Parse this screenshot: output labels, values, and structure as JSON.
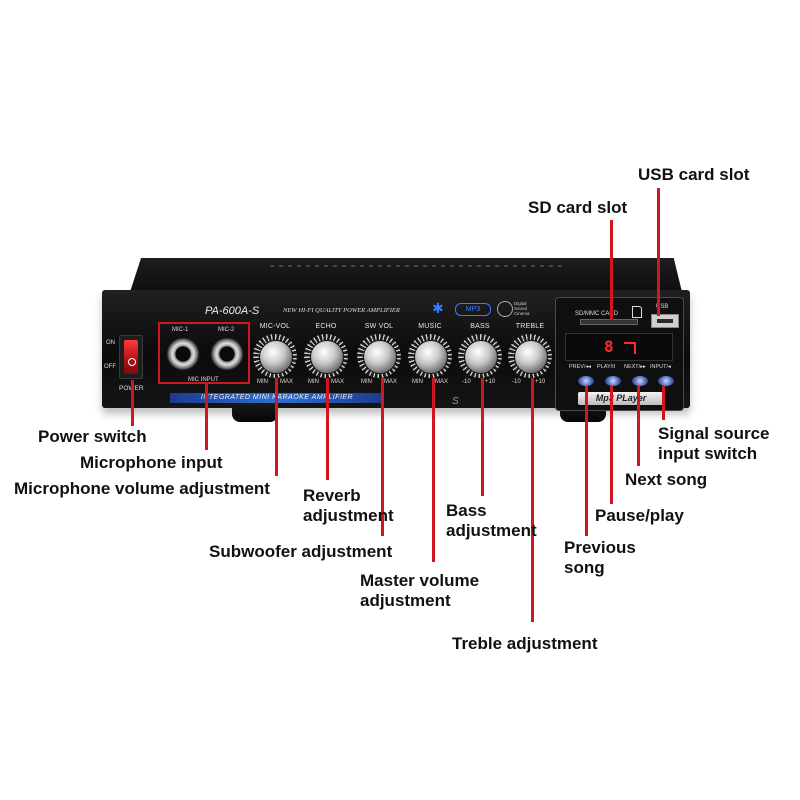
{
  "device": {
    "model": "PA-600A-S",
    "tagline": "NEW HI-FI QUALITY POWER AMPLIFIER",
    "band_text": "INTEGRATED MINI KARAOKE AMPLIFIER",
    "mp3_logo": "MP3",
    "sound_logo": "Digital Sound Cinema",
    "power_on": "ON",
    "power_off": "OFF",
    "power_label": "POWER",
    "mic1_label": "MIC-1",
    "mic2_label": "MIC-2",
    "mic_input_label": "MIC INPUT",
    "knobs": [
      {
        "label": "MIC-VOL",
        "min": "MIN",
        "max": "MAX"
      },
      {
        "label": "ECHO",
        "min": "MIN",
        "max": "MAX"
      },
      {
        "label": "SW VOL",
        "min": "MIN",
        "max": "MAX"
      },
      {
        "label": "MUSIC",
        "min": "MIN",
        "max": "MAX"
      },
      {
        "label": "BASS",
        "min": "-10",
        "max": "+10"
      },
      {
        "label": "TREBLE",
        "min": "-10",
        "max": "+10"
      }
    ],
    "mp3": {
      "sd_label": "SD/MMC CARD",
      "usb_label": "USB",
      "display_text": "8",
      "buttons": [
        "PREV/◂◂",
        "PLAY/II",
        "NEXT/▸▸",
        "INPUT/◂"
      ],
      "badge": "Mp3 PLayer"
    },
    "accent_color": "#d0161e"
  },
  "callouts": {
    "usb_card_slot": "USB card slot",
    "sd_card_slot": "SD card slot",
    "power_switch": "Power switch",
    "microphone_input": "Microphone input",
    "mic_volume": "Microphone volume adjustment",
    "reverb_line1": "Reverb",
    "reverb_line2": "adjustment",
    "subwoofer": "Subwoofer adjustment",
    "master_line1": "Master volume",
    "master_line2": "adjustment",
    "bass_line1": "Bass",
    "bass_line2": "adjustment",
    "treble": "Treble adjustment",
    "previous_line1": "Previous",
    "previous_line2": "song",
    "pause_play": "Pause/play",
    "next_song": "Next song",
    "signal_line1": "Signal source",
    "signal_line2": "input switch"
  }
}
